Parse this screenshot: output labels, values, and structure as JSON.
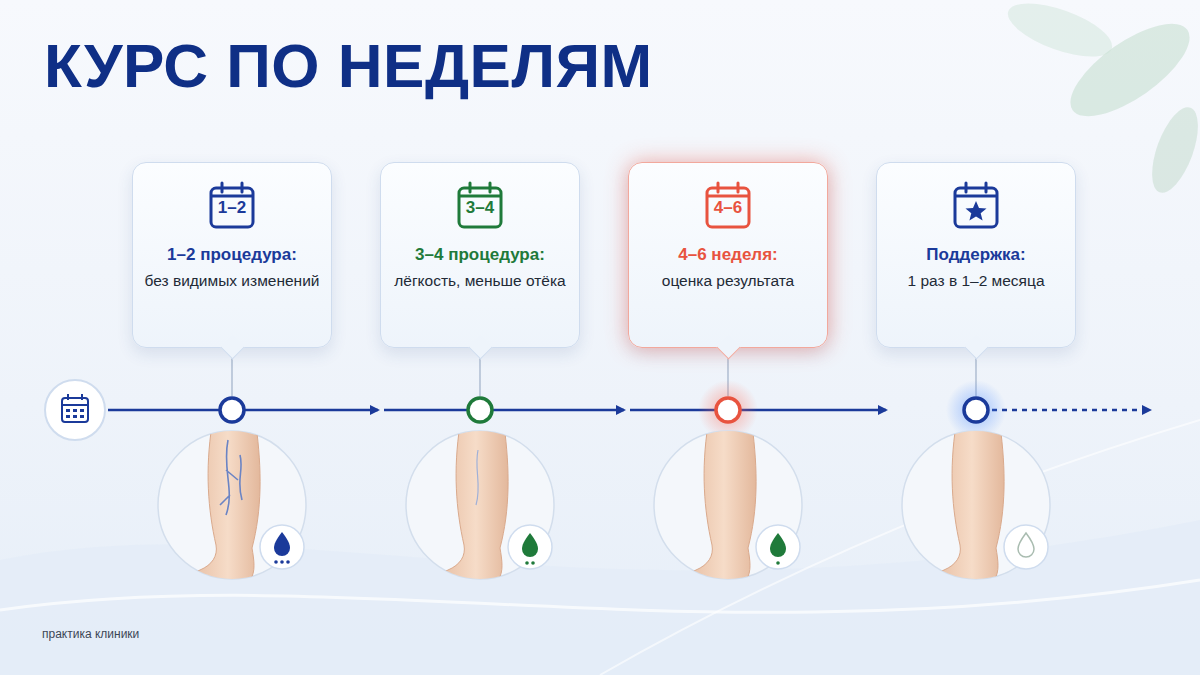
{
  "diagram": {
    "title": "КУРС ПО НЕДЕЛЯМ",
    "nodes": [
      {
        "text": [
          "1–2",
          "1–2 процедура:",
          "без видимых изменений"
        ]
      },
      {
        "text": [
          "3–4",
          "3–4 процедура:",
          "лёгкость, меньше отёка"
        ]
      },
      {
        "text": [
          "4–6",
          "4–6 неделя:",
          "оценка результата"
        ]
      },
      {
        "text": [
          "Поддержка:",
          "1 раз в 1–2 месяца"
        ]
      }
    ],
    "labels": [
      "практика клиники"
    ]
  }
}
